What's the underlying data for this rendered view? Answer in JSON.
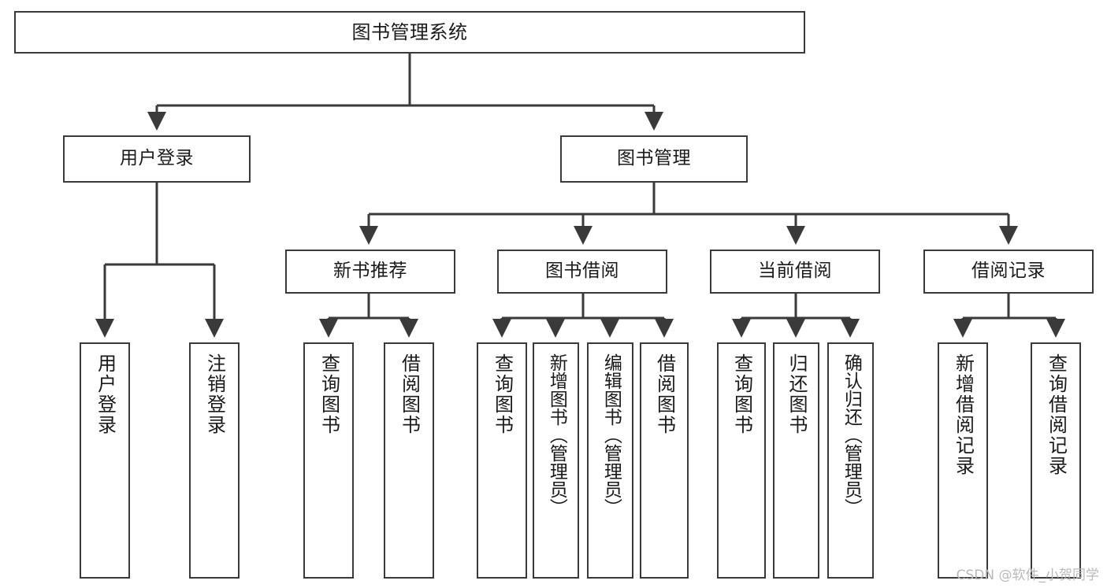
{
  "diagram": {
    "type": "tree",
    "title": "图书管理系统",
    "orientation": "top-down",
    "colors": {
      "box_border": "#3a3a3a",
      "box_fill": "#ffffff",
      "edge": "#3a3a3a",
      "text": "#1a1a1a",
      "watermark": "#b9b9b9",
      "background": "#ffffff"
    }
  },
  "nodes": {
    "root": {
      "label": "图书管理系统",
      "level": 1,
      "orientation": "horizontal"
    },
    "level2": [
      {
        "id": "user-login",
        "label": "用户登录",
        "orientation": "horizontal"
      },
      {
        "id": "book-manage",
        "label": "图书管理",
        "orientation": "horizontal"
      }
    ],
    "level3": [
      {
        "id": "new-book-recommend",
        "label": "新书推荐",
        "orientation": "horizontal"
      },
      {
        "id": "book-borrow",
        "label": "图书借阅",
        "orientation": "horizontal"
      },
      {
        "id": "current-borrow",
        "label": "当前借阅",
        "orientation": "horizontal"
      },
      {
        "id": "borrow-record",
        "label": "借阅记录",
        "orientation": "horizontal"
      }
    ],
    "leaves": [
      {
        "id": "leaf-user-login",
        "label": "用户登录",
        "parent": "user-login",
        "orientation": "vertical"
      },
      {
        "id": "leaf-user-logout",
        "label": "注销登录",
        "parent": "user-login",
        "orientation": "vertical"
      },
      {
        "id": "leaf-query-book-1",
        "label": "查询图书",
        "parent": "new-book-recommend",
        "orientation": "vertical"
      },
      {
        "id": "leaf-borrow-book-1",
        "label": "借阅图书",
        "parent": "new-book-recommend",
        "orientation": "vertical"
      },
      {
        "id": "leaf-query-book-2",
        "label": "查询图书",
        "parent": "book-borrow",
        "orientation": "vertical"
      },
      {
        "id": "leaf-add-book",
        "label": "新增图书（管理员）",
        "parent": "book-borrow",
        "orientation": "vertical"
      },
      {
        "id": "leaf-edit-book",
        "label": "编辑图书（管理员）",
        "parent": "book-borrow",
        "orientation": "vertical"
      },
      {
        "id": "leaf-borrow-book-2",
        "label": "借阅图书",
        "parent": "book-borrow",
        "orientation": "vertical"
      },
      {
        "id": "leaf-query-book-3",
        "label": "查询图书",
        "parent": "current-borrow",
        "orientation": "vertical"
      },
      {
        "id": "leaf-return-book",
        "label": "归还图书",
        "parent": "current-borrow",
        "orientation": "vertical"
      },
      {
        "id": "leaf-confirm-return",
        "label": "确认归还（管理员）",
        "parent": "current-borrow",
        "orientation": "vertical"
      },
      {
        "id": "leaf-add-record",
        "label": "新增借阅记录",
        "parent": "borrow-record",
        "orientation": "vertical"
      },
      {
        "id": "leaf-query-record",
        "label": "查询借阅记录",
        "parent": "borrow-record",
        "orientation": "vertical"
      }
    ]
  },
  "watermark": {
    "text": "CSDN @软件_小贺同学"
  }
}
